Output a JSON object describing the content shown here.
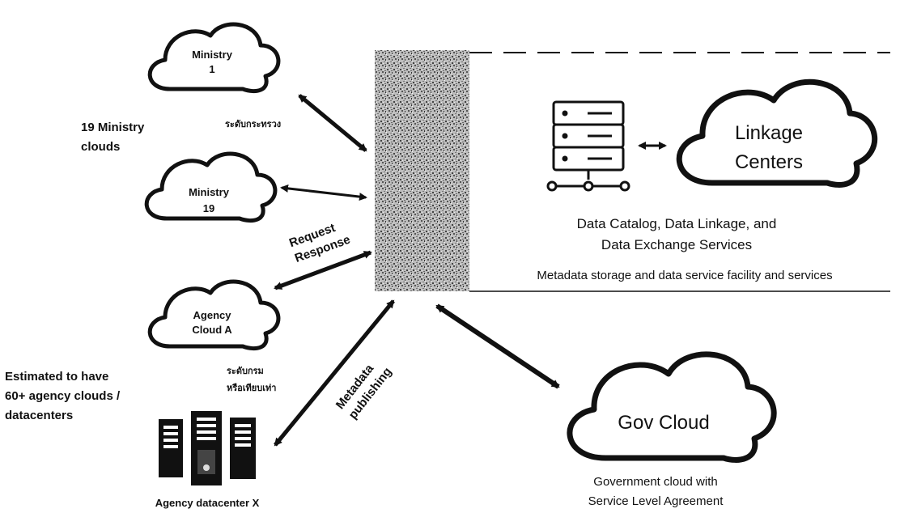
{
  "ministry_1": {
    "line1": "Ministry",
    "line2": "1"
  },
  "ministry_19": {
    "line1": "Ministry",
    "line2": "19"
  },
  "agency_cloud_a": {
    "line1": "Agency",
    "line2": "Cloud A"
  },
  "ministry_clouds_note": {
    "line1": "19 Ministry",
    "line2": "clouds"
  },
  "ministry_level_thai": "ระดับกระทรวง",
  "department_level_thai": {
    "line1": "ระดับกรม",
    "line2": "หรือเทียบเท่า"
  },
  "agency_estimate_note": {
    "line1": "Estimated to have",
    "line2": "60+ agency clouds /",
    "line3": "datacenters"
  },
  "agency_datacenter_label": "Agency datacenter X",
  "request_response_label": {
    "line1": "Request",
    "line2": "Response"
  },
  "metadata_publishing_label": {
    "line1": "Metadata",
    "line2": "publishing"
  },
  "linkage_centers": {
    "line1": "Linkage",
    "line2": "Centers"
  },
  "services": {
    "line1": "Data Catalog, Data Linkage, and",
    "line2": "Data Exchange Services",
    "line3": "Metadata storage and data service facility and services"
  },
  "gov_cloud": {
    "title": "Gov Cloud",
    "caption_line1": "Government cloud with",
    "caption_line2": "Service Level Agreement"
  },
  "icons": [
    "cloud-icon",
    "server-rack-icon",
    "network-nodes-icon",
    "server-towers-icon",
    "double-arrow-icon"
  ]
}
